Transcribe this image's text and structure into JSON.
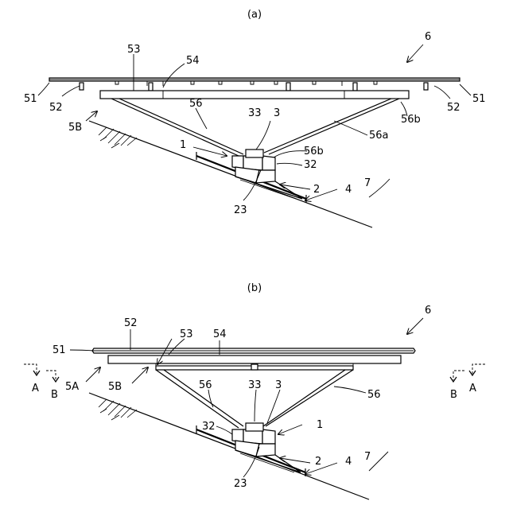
{
  "panels": {
    "a": {
      "caption": "(a)",
      "labels": {
        "l6": "6",
        "l53": "53",
        "l54": "54",
        "l51_left": "51",
        "l52_left": "52",
        "l52_right": "52",
        "l51_right": "51",
        "l5B": "5B",
        "l56": "56",
        "l33": "33",
        "l3": "3",
        "l56b_right": "56b",
        "l56a": "56a",
        "l1": "1",
        "l56b_mid": "56b",
        "l32": "32",
        "l2": "2",
        "l4": "4",
        "l23": "23",
        "l7": "7"
      }
    },
    "b": {
      "caption": "(b)",
      "labels": {
        "l6": "6",
        "l52": "52",
        "l53": "53",
        "l54": "54",
        "l51": "51",
        "lA_left": "A",
        "lB_left": "B",
        "l5A": "5A",
        "l5B": "5B",
        "l56_left": "56",
        "l33": "33",
        "l3": "3",
        "l56_right": "56",
        "lB_right": "B",
        "lA_right": "A",
        "l32": "32",
        "l1": "1",
        "l2": "2",
        "l4": "4",
        "l23": "23",
        "l7": "7"
      }
    }
  }
}
